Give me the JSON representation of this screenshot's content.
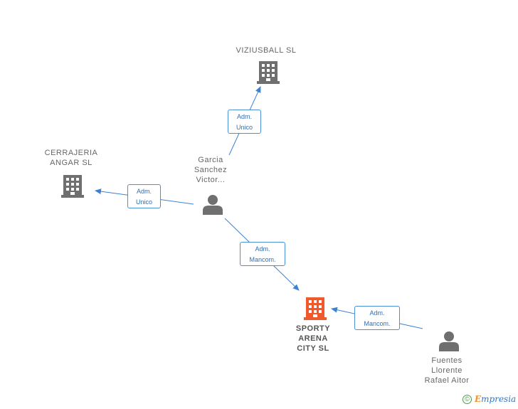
{
  "nodes": {
    "viziusball": {
      "name_lines": [
        "VIZIUSBALL  SL"
      ],
      "kind": "company",
      "color": "#6f6f6f"
    },
    "cerrajeria": {
      "name_lines": [
        "CERRAJERIA",
        "ANGAR  SL"
      ],
      "kind": "company",
      "color": "#6f6f6f"
    },
    "garcia": {
      "name_lines": [
        "Garcia",
        "Sanchez",
        "Victor..."
      ],
      "kind": "person",
      "color": "#6f6f6f"
    },
    "sporty": {
      "name_lines": [
        "SPORTY",
        "ARENA",
        "CITY  SL"
      ],
      "kind": "company",
      "color": "#f0592b"
    },
    "fuentes": {
      "name_lines": [
        "Fuentes",
        "Llorente",
        "Rafael Aitor"
      ],
      "kind": "person",
      "color": "#6f6f6f"
    }
  },
  "relations": {
    "garcia_viziusball": [
      "Adm.",
      "Unico"
    ],
    "garcia_cerrajeria": [
      "Adm.",
      "Unico"
    ],
    "garcia_sporty": [
      "Adm.",
      "Mancom."
    ],
    "fuentes_sporty": [
      "Adm.",
      "Mancom."
    ]
  },
  "colors": {
    "edge": "#3a82d6",
    "box_border": "#4a8fd8"
  },
  "footer": {
    "copyright": "©",
    "brand_first": "E",
    "brand_rest": "mpresia"
  }
}
